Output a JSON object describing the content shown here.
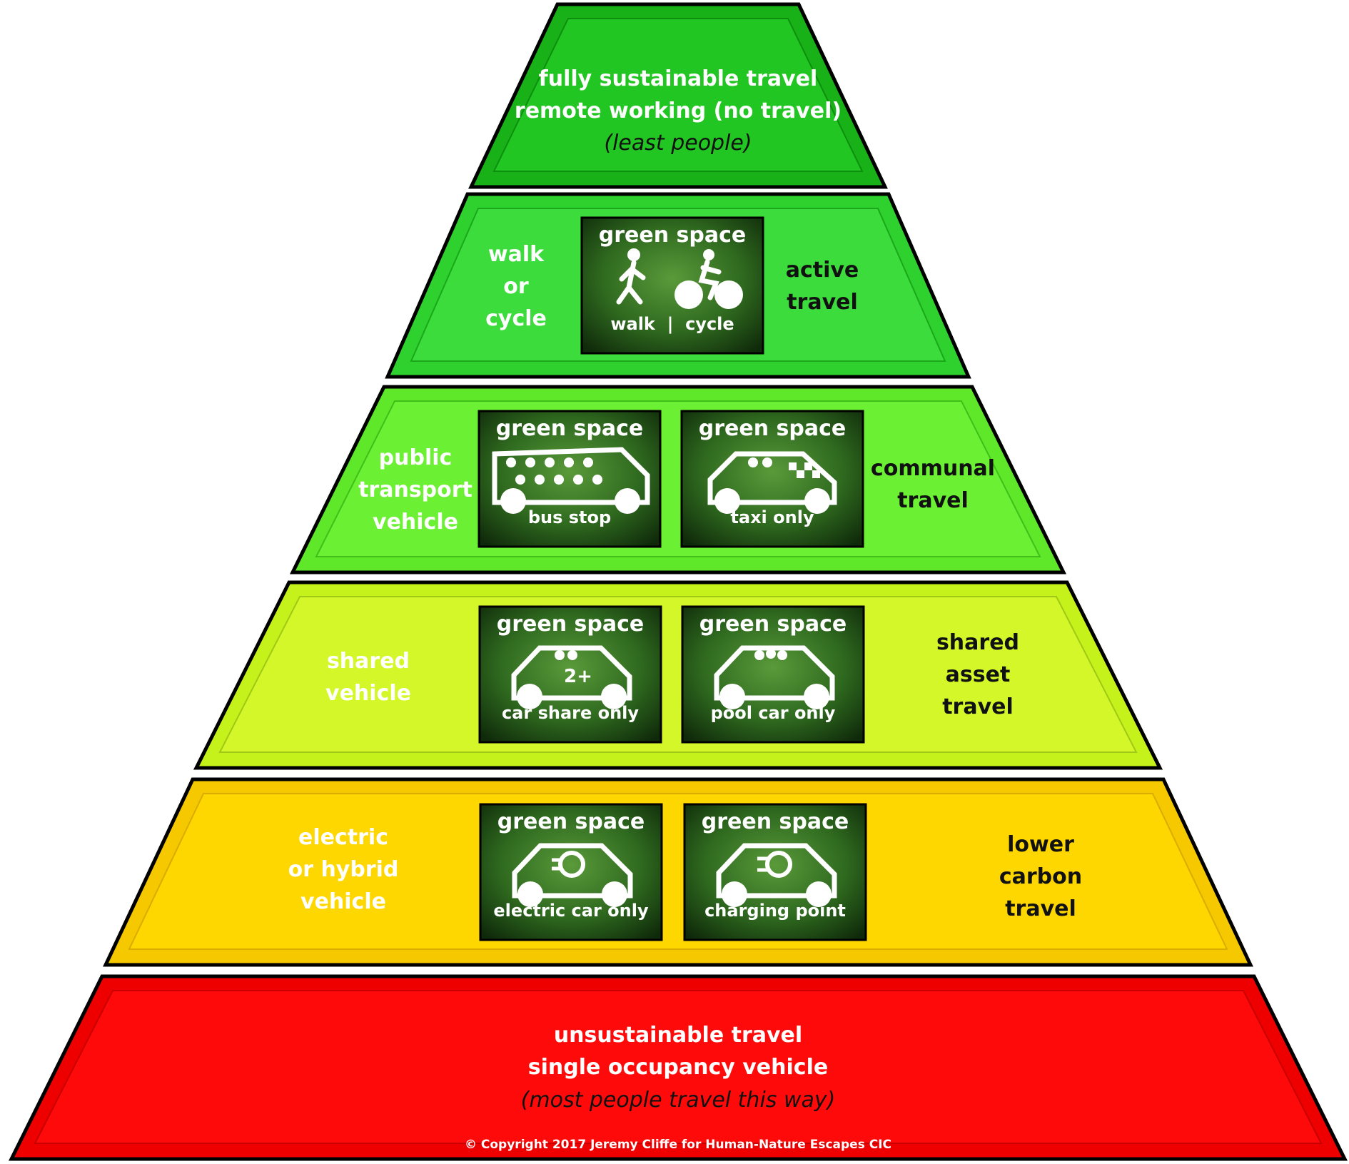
{
  "tiers": [
    {
      "id": "tier-1",
      "lines": [
        "fully sustainable travel",
        "remote working (no travel)"
      ],
      "note": "(least people)",
      "color_outer": "#18b218",
      "color_inner": "#22c622"
    },
    {
      "id": "tier-2",
      "left": [
        "walk",
        "or",
        "cycle"
      ],
      "right": [
        "active",
        "travel"
      ],
      "signs": [
        {
          "title": "green space",
          "caption": "walk  |  cycle",
          "icon": "walk-cycle-icon"
        }
      ],
      "color_outer": "#2fd12f",
      "color_inner": "#3bdc3b"
    },
    {
      "id": "tier-3",
      "left": [
        "public",
        "transport",
        "vehicle"
      ],
      "right": [
        "communal",
        "travel"
      ],
      "signs": [
        {
          "title": "green space",
          "caption": "bus stop",
          "icon": "bus-icon"
        },
        {
          "title": "green space",
          "caption": "taxi only",
          "icon": "taxi-icon"
        }
      ],
      "color_outer": "#5fe82a",
      "color_inner": "#6cf034"
    },
    {
      "id": "tier-4",
      "left": [
        "shared",
        "vehicle"
      ],
      "right": [
        "shared",
        "asset",
        "travel"
      ],
      "signs": [
        {
          "title": "green space",
          "caption": "car share only",
          "icon": "car-share-icon",
          "badge": "2+"
        },
        {
          "title": "green space",
          "caption": "pool car only",
          "icon": "pool-car-icon"
        }
      ],
      "color_outer": "#c5f21a",
      "color_inner": "#d4f72a"
    },
    {
      "id": "tier-5",
      "left": [
        "electric",
        "or hybrid",
        "vehicle"
      ],
      "right": [
        "lower",
        "carbon",
        "travel"
      ],
      "signs": [
        {
          "title": "green space",
          "caption": "electric car only",
          "icon": "electric-car-icon"
        },
        {
          "title": "green space",
          "caption": "charging point",
          "icon": "charging-car-icon"
        }
      ],
      "color_outer": "#f5c800",
      "color_inner": "#ffd700"
    },
    {
      "id": "tier-6",
      "lines": [
        "unsustainable travel",
        "single occupancy vehicle"
      ],
      "note": "(most people travel this way)",
      "copyright": "© Copyright 2017 Jeremy Cliffe for Human-Nature Escapes CIC",
      "color_outer": "#ee0000",
      "color_inner": "#ff0a0a"
    }
  ]
}
